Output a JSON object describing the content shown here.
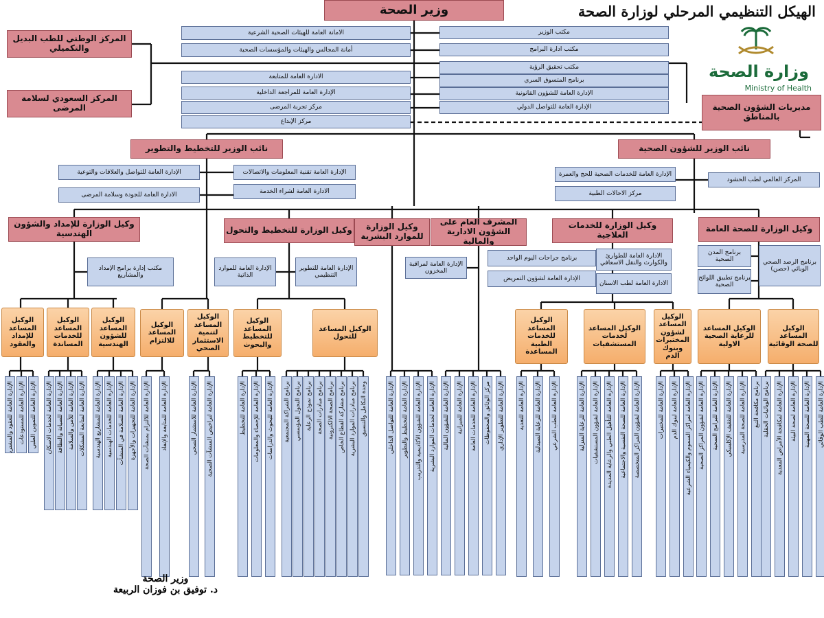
{
  "title": "الهيكل التنظيمي المرحلي لوزارة الصحة",
  "logo": {
    "arabic": "وزارة الصحة",
    "english": "Ministry of Health",
    "icon": "palm-swords-emblem"
  },
  "minister": "وزير الصحة",
  "left_centers": [
    "المركز الوطني للطب البديل والتكميلي",
    "المركز السعودي لسلامة المرضى"
  ],
  "right_center": "مديريات الشؤون الصحية بالمناطق",
  "upper_left_admins": [
    "الامانة العامة للهيئات الصحية الشرعية",
    "أمانة المجالس والهيئات والمؤسسات الصحية",
    "الادارة العامة للمتابعة",
    "الإدارة العامة للمراجعة الداخلية",
    "مركز تجربة المرضى",
    "مركز الإبداع"
  ],
  "upper_right_admins": [
    "مكتب الوزير",
    "مكتب ادارة البرامج",
    "مكتب تحقيق الرؤية",
    "برنامج المتسوق السري",
    "الإدارة العامة للشؤون القانونية",
    "الإدارة العامة للتواصل الدولي"
  ],
  "deputy_planning": "نائب الوزير للتخطيط والتطوير",
  "deputy_planning_units": [
    "الإدارة العامة تقنية المعلومات والاتصالات",
    "الإدارة العامة للتواصل والعلاقات والتوعية",
    "الادارة العامة لشراء الخدمة",
    "الادارة العامة للجودة وسلامة المرضى"
  ],
  "deputy_health": "نائب الوزير للشؤون الصحية",
  "deputy_health_units": [
    "الإدارة العامة للخدمات الصحية للحج والعمرة",
    "مركز الاحالات الطبية"
  ],
  "deputy_health_side": "المركز العالمي لطب الحشود",
  "vice_supply": "وكيل الوزارة للإمداد والشؤون الهندسية",
  "vice_supply_unit": "مكتب إدارة برامج الإمداد والمشاريع",
  "vice_transformation": "وكيل الوزارة للتخطيط والتحول",
  "vice_transformation_units": [
    "الإدارة العامة للموارد الذاتية",
    "الإدارة العامة للتطوير التنظيمي"
  ],
  "vice_hr": "وكيل الوزارة للموارد البشرية",
  "vice_admin": "المشرف العام على الشؤون الادارية والمالية",
  "vice_admin_unit": "الإدارة العامة لمراقبة المخزون",
  "vice_curative": "وكيل الوزارة للخدمات العلاجية",
  "vice_curative_units": [
    "برنامج جراحات اليوم الواحد",
    "الادارة العامة للطوارئ والكوارث والنقل الاسعافي",
    "الإدارة العامة لشؤون التمريض",
    "الادارة العامة لطب الاسنان"
  ],
  "vice_public": "وكيل الوزارة للصحة العامة",
  "vice_public_units": [
    "برنامج المدن الصحية",
    "برنامج الرصد الصحي الوبائي (حصن)",
    "برنامج تطبيق اللوائح الصحية"
  ],
  "assistants": [
    "الوكيل المساعد للإمداد والعقود",
    "الوكيل المساعد للخدمات المساندة",
    "الوكيل المساعد للشؤون الهندسية",
    "الوكيل المساعد للالتزام",
    "الوكيل المساعد لتنمية الاستثمار الصحي",
    "الوكيل المساعد للتخطيط والبحوث",
    "الوكيل المساعد للتحول",
    "الوكيل المساعد للخدمات الطبية المساعدة",
    "الوكيل المساعد لخدمات المستشفيات",
    "الوكيل المساعد لشؤون المختبرات وبنوك الدم",
    "الوكيل المساعد للرعاية الصحية الاولية",
    "الوكيل المساعد للصحة الوقائية"
  ],
  "column_groups": [
    [
      "الإدارة العامة للعقود والمشتريات",
      "الإدارة العامة للمستودعات",
      "الإدارة العامة للتموين الطبي"
    ],
    [
      "الإدارة العامة لخدمات الاسكان",
      "الإدارة العامة للصيانة والنظافة",
      "الإدارة العامة للأمن والسلامة",
      "الإدارة العامة لمتابعة المشكلات"
    ],
    [
      "الإدارة العامة للمشاريع الهندسية",
      "الإدارة العامة للخدمات الهندسية",
      "الإدارة العامة للسلامة في المنشآت",
      "الإدارة العامة للتجهيزات والأجهزة"
    ],
    [
      "الإدارة العامة للالتزام بمنشآت الصحة",
      "الإدارة العامة للمتابعة والإنفاذ"
    ],
    [
      "الإدارة العامة للاستثمار الصحي",
      "الإدارة العامة لتراخيص المنشآت الصحية"
    ],
    [
      "الإدارة العامة للتخطيط",
      "الإدارة العامة للإحصاء والمعلومات",
      "الإدارة العامة للبحوث والدراسات"
    ],
    [
      "برنامج الشراكة المجتمعية",
      "برنامج التحول المؤسسي",
      "برنامج نموذج الرعاية",
      "برنامج مبادرات الصحة",
      "برنامج الصحة الالكترونية",
      "برنامج مشاركة القطاع الخاص",
      "برنامج مبادرات الموارد البشرية",
      "وحدة التكامل والتنسيق"
    ],
    [
      "الإدارة العامة للتواصل الداخلي",
      "الإدارة العامة للتخطيط والتطوير",
      "الإدارة العامة للشؤون الأكاديمية والتدريب",
      "الإدارة العامة لخدمات الموارد البشرية"
    ],
    [
      "الإدارة العامة للشؤون المالية",
      "الإدارة العامة للميزانية",
      "الإدارة العامة للخدمات العامة",
      "مركز الوثائق والمحفوظات",
      "الإدارة العامة للتطوير الإداري"
    ],
    [
      "الإدارة العامة للتغذية",
      "الإدارة العامة للرعاية الصيدلية",
      "الإدارة العامة للطب الشرعي"
    ],
    [
      "الإدارة العامة للرعاية المنزلية",
      "الإدارة العامة لشؤون المستشفيات",
      "الإدارة العامة للتأهيل الطبي والرعاية المديدة",
      "الإدارة العامة للصحة النفسية والاجتماعية",
      "الإدارة العامة لشؤون المراكز المتخصصة"
    ],
    [
      "الإدارة العامة للمختبرات",
      "الإدارة العامة لبنوك الدم",
      "الإدارة العامة لمراكز السموم والكيمياء الشرعية"
    ],
    [
      "الإدارة العامة لشؤون المراكز الصحية",
      "الإدارة العامة للبرامج الصحية",
      "الإدارة العامة للتثقيف الإكلينيكي",
      "الإدارة العامة للصحة المدرسية",
      "برنامج مكافحة التبغ"
    ],
    [
      "برنامج الوبائيات الحقلية",
      "الإدارة العامة لمكافحة الأمراض المعدية",
      "الإدارة العامة لصحة البيئة",
      "الإدارة العامة للصحة المهنية",
      "الإدارة العامة للطب الوقائي"
    ]
  ],
  "signature": {
    "line1": "وزير الصحة",
    "line2": "د. توفيق بن فوزان الربيعة"
  }
}
